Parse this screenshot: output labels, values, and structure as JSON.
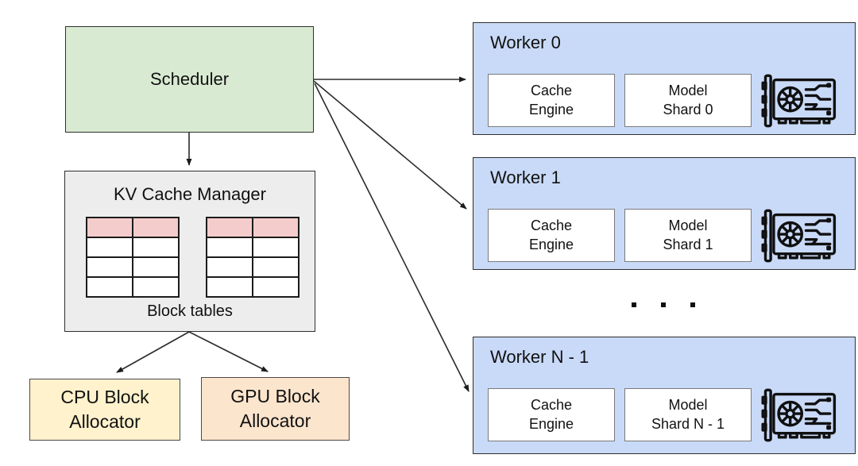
{
  "diagram": {
    "scheduler": {
      "label": "Scheduler"
    },
    "kv_cache_manager": {
      "title": "KV Cache Manager",
      "caption": "Block tables",
      "tables": [
        {
          "columns": 2,
          "rows": 4,
          "highlighted_row": 1
        },
        {
          "columns": 2,
          "rows": 4,
          "highlighted_row": 1
        }
      ]
    },
    "allocators": {
      "cpu": {
        "line1": "CPU Block",
        "line2": "Allocator"
      },
      "gpu": {
        "line1": "GPU Block",
        "line2": "Allocator"
      }
    },
    "workers": [
      {
        "title": "Worker 0",
        "cache_engine": {
          "line1": "Cache",
          "line2": "Engine"
        },
        "model_shard": {
          "line1": "Model",
          "line2": "Shard 0"
        },
        "icon": "gpu-card-icon"
      },
      {
        "title": "Worker 1",
        "cache_engine": {
          "line1": "Cache",
          "line2": "Engine"
        },
        "model_shard": {
          "line1": "Model",
          "line2": "Shard 1"
        },
        "icon": "gpu-card-icon"
      },
      {
        "title": "Worker N - 1",
        "cache_engine": {
          "line1": "Cache",
          "line2": "Engine"
        },
        "model_shard": {
          "line1": "Model",
          "line2": "Shard N - 1"
        },
        "icon": "gpu-card-icon"
      }
    ],
    "ellipsis": "...",
    "connections": [
      {
        "from": "scheduler",
        "to": "worker-0"
      },
      {
        "from": "scheduler",
        "to": "worker-1"
      },
      {
        "from": "scheduler",
        "to": "worker-n-1"
      },
      {
        "from": "scheduler",
        "to": "kv-cache-manager"
      },
      {
        "from": "kv-cache-manager",
        "to": "cpu-block-allocator"
      },
      {
        "from": "kv-cache-manager",
        "to": "gpu-block-allocator"
      }
    ],
    "colors": {
      "scheduler_fill": "#d9ead3",
      "kv_manager_fill": "#ededed",
      "table_highlight_fill": "#f4cccc",
      "cpu_allocator_fill": "#fff2cc",
      "gpu_allocator_fill": "#fce5cd",
      "worker_fill": "#c9daf8",
      "inner_box_fill": "#ffffff",
      "line_color": "#2b2b2b"
    }
  }
}
